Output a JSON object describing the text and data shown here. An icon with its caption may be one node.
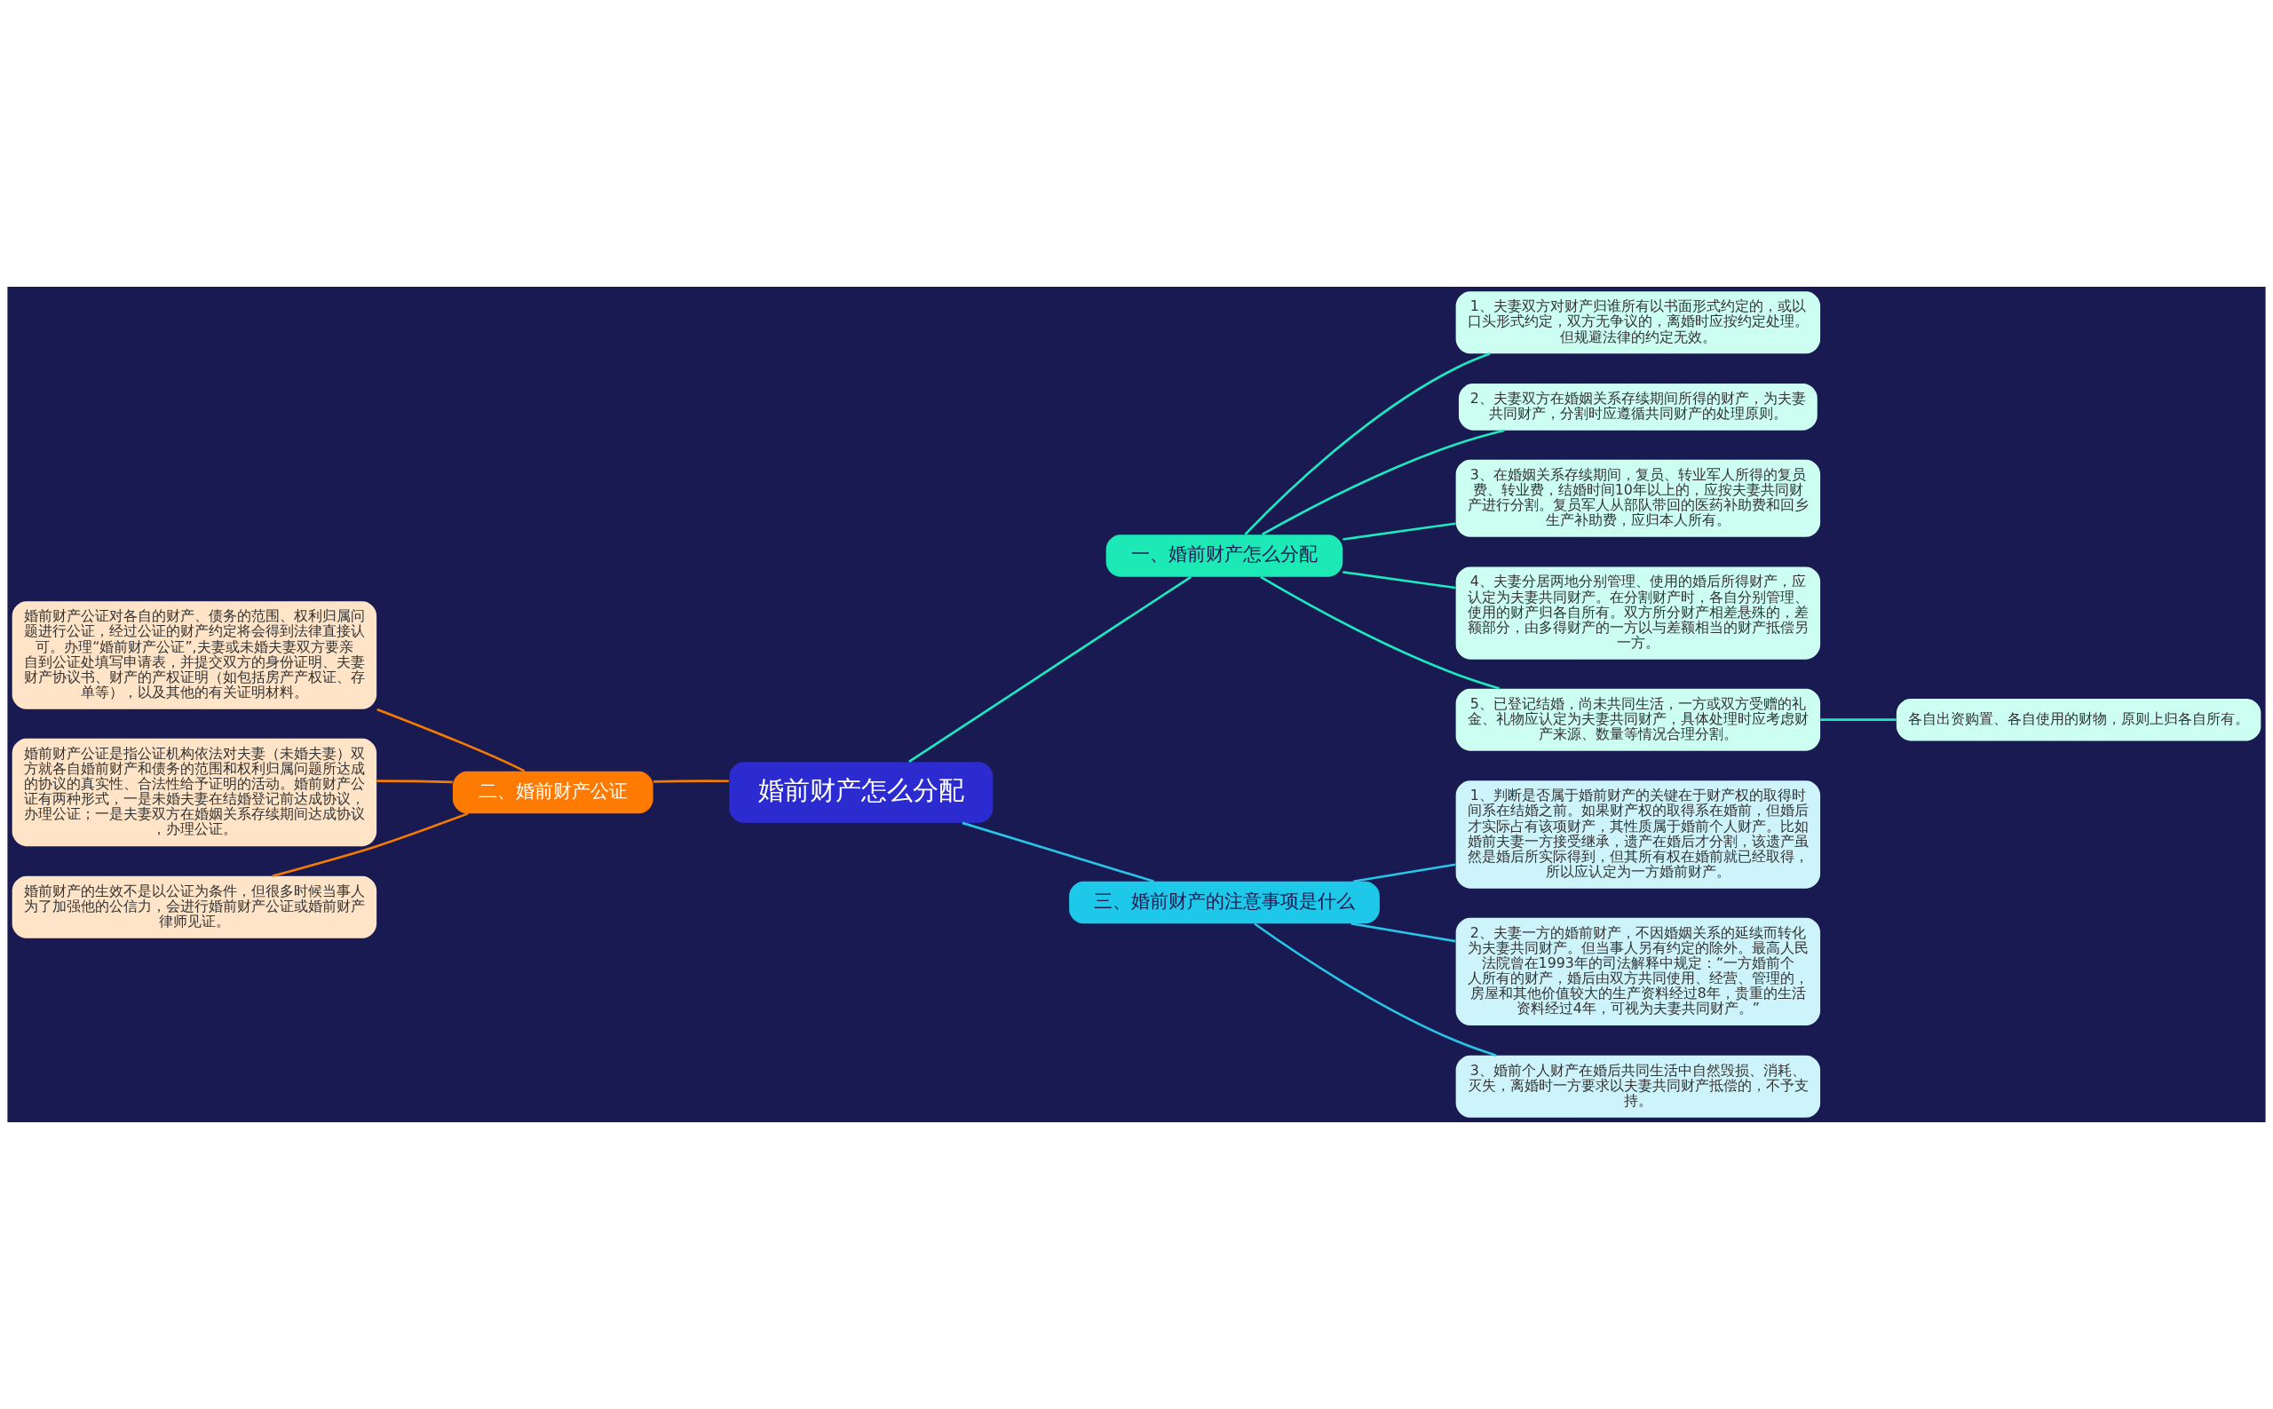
{
  "diagram": {
    "nodes": [
      {
        "text": [
          "婚前财产怎么分配"
        ]
      },
      {
        "text": [
          "一、婚前财产怎么分配"
        ]
      },
      {
        "text": [
          "1、夫妻双方对财产归谁所有以书面形式约定的，或以口头形式约定，双方无争议的，离婚时应按约定处理。但规避法律的约定无效。"
        ]
      },
      {
        "text": [
          "2、夫妻双方在婚姻关系存续期间所得的财产，为夫妻共同财产，分割时应遵循共同财产的处理原则。"
        ]
      },
      {
        "text": [
          "3、在婚姻关系存续期间，复员、转业军人所得的复员费、转业费，结婚时间10年以上的，应按夫妻共同财产进行分割。复员军人从部队带回的医药补助费和回乡生产补助费，应归本人所有。"
        ]
      },
      {
        "text": [
          "4、夫妻分居两地分别管理、使用的婚后所得财产，应认定为夫妻共同财产。在分割财产时，各自分别管理、使用的财产归各自所有。双方所分财产相差悬殊的，差额部分，由多得财产的一方以与差额相当的财产抵偿另一方。"
        ]
      },
      {
        "text": [
          "5、已登记结婚，尚未共同生活，一方或双方受赠的礼金、礼物应认定为夫妻共同财产，具体处理时应考虑财产来源、数量等情况合理分割。"
        ]
      },
      {
        "text": [
          "各自出资购置、各自使用的财物，原则上归各自所有。"
        ]
      },
      {
        "text": [
          "二、婚前财产公证"
        ]
      },
      {
        "text": [
          "婚前财产公证对各自的财产、债务的范围、权利归属问题进行公证，经过公证的财产约定将会得到法律直接认可。办理“婚前财产公证”,夫妻或未婚夫妻双方要亲自到公证处填写申请表，并提交双方的身份证明、夫妻财产协议书、财产的产权证明（如包括房产产权证、存单等），以及其他的有关证明材料。"
        ]
      },
      {
        "text": [
          "婚前财产公证是指公证机构依法对夫妻（未婚夫妻）双方就各自婚前财产和债务的范围和权利归属问题所达成的协议的真实性、合法性给予证明的活动。婚前财产公证有两种形式，一是未婚夫妻在结婚登记前达成协议，办理公证；一是夫妻双方在婚姻关系存续期间达成协议，办理公证。"
        ]
      },
      {
        "text": [
          "婚前财产的生效不是以公证为条件，但很多时候当事人为了加强他的公信力，会进行婚前财产公证或婚前财产律师见证。"
        ]
      },
      {
        "text": [
          "三、婚前财产的注意事项是什么"
        ]
      },
      {
        "text": [
          "1、判断是否属于婚前财产的关键在于财产权的取得时间系在结婚之前。如果财产权的取得系在婚前，但婚后才实际占有该项财产，其性质属于婚前个人财产。比如婚前夫妻一方接受继承，遗产在婚后才分割，该遗产虽然是婚后所实际得到，但其所有权在婚前就已经取得，所以应认定为一方婚前财产。"
        ]
      },
      {
        "text": [
          "2、夫妻一方的婚前财产，不因婚姻关系的延续而转化为夫妻共同财产。但当事人另有约定的除外。最高人民法院曾在1993年的司法解释中规定：“一方婚前个人所有的财产，婚后由双方共同使用、经营、管理的，房屋和其他价值较大的生产资料经过8年，贵重的生活资料经过4年，可视为夫妻共同财产。”"
        ]
      },
      {
        "text": [
          "3、婚前个人财产在婚后共同生活中自然毁损、消耗、灭失，离婚时一方要求以夫妻共同财产抵偿的，不予支持。"
        ]
      }
    ],
    "edges": [
      {
        "from": 0,
        "to": 1,
        "arrow": "none"
      },
      {
        "from": 1,
        "to": 2,
        "arrow": "none"
      },
      {
        "from": 1,
        "to": 3,
        "arrow": "none"
      },
      {
        "from": 1,
        "to": 4,
        "arrow": "none"
      },
      {
        "from": 1,
        "to": 5,
        "arrow": "none"
      },
      {
        "from": 1,
        "to": 6,
        "arrow": "none"
      },
      {
        "from": 6,
        "to": 7,
        "arrow": "none"
      },
      {
        "from": 0,
        "to": 8,
        "arrow": "none",
        "color": "#f57c00"
      },
      {
        "from": 8,
        "to": 9,
        "arrow": "none",
        "color": "#f57c00"
      },
      {
        "from": 8,
        "to": 10,
        "arrow": "none",
        "color": "#f57c00"
      },
      {
        "from": 8,
        "to": 11,
        "arrow": "none",
        "color": "#f57c00"
      },
      {
        "from": 0,
        "to": 12,
        "arrow": "none",
        "color": "#29c5e6"
      },
      {
        "from": 12,
        "to": 13,
        "arrow": "none",
        "color": "#29c5e6"
      },
      {
        "from": 12,
        "to": 14,
        "arrow": "none",
        "color": "#29c5e6"
      },
      {
        "from": 12,
        "to": 15,
        "arrow": "none",
        "color": "#29c5e6"
      }
    ]
  }
}
